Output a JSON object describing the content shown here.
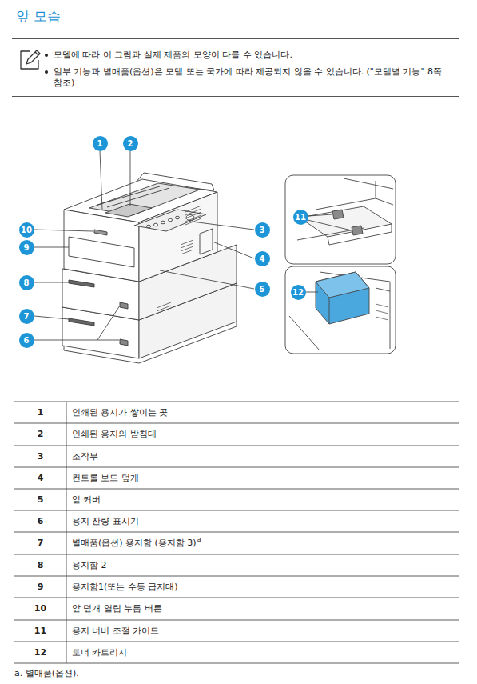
{
  "diagram": {
    "title": "앞 모습",
    "nodes": [
      {
        "text": [
          "모델에 따라 이 그림과 실제 제품의 모양이 다를 수 있습니다.",
          "일부 기능과 별매품(옵션)은 모델 또는 국가에 따라 제공되지 않을 수 있습니다. (\"모델별 기능\" 8쪽 참조)"
        ]
      }
    ],
    "labels": [
      "1",
      "2",
      "10",
      "3",
      "9",
      "4",
      "8",
      "5",
      "7",
      "6",
      "11",
      "12",
      "1",
      "인쇄된 용지가 쌓이는 곳",
      "2",
      "인쇄된 용지의 받침대",
      "3",
      "조작부",
      "4",
      "컨트롤 보드 덮개",
      "5",
      "앞 커버",
      "6",
      "용지 잔량 표시기",
      "7",
      "별매품(옵션) 용지함 (용지함 3)",
      "a",
      "8",
      "용지함 2",
      "9",
      "용지함1(또는 수동 급지대)",
      "10",
      "앞 덮개 열림 누름 버튼",
      "11",
      "용지 너비 조절 가이드",
      "12",
      "토너 카트리지",
      "a. 별매품(옵션)."
    ]
  }
}
